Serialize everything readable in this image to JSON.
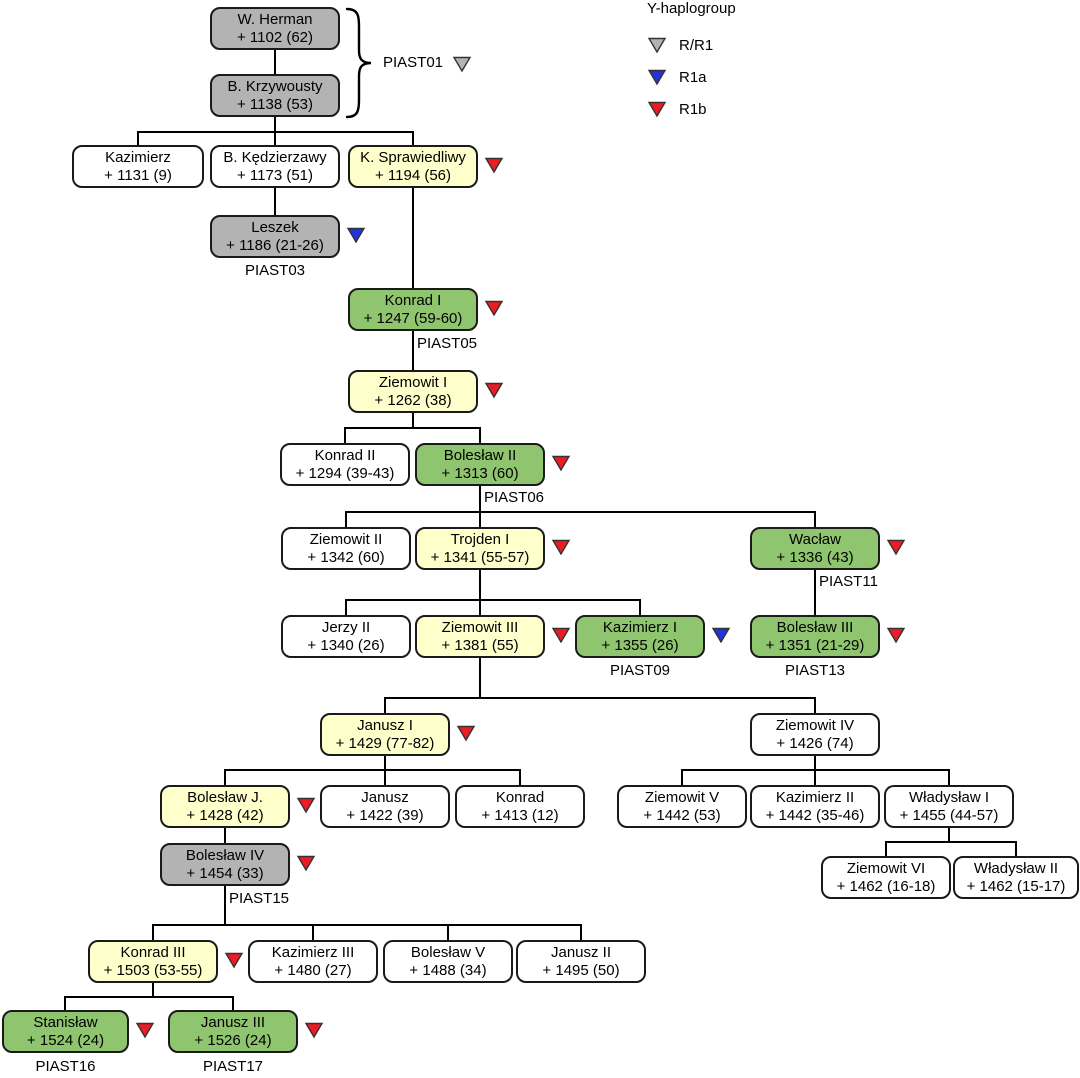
{
  "legend": {
    "title": "Y-haplogroup",
    "items": [
      {
        "label": "R/R1",
        "key": "rr1"
      },
      {
        "label": "R1a",
        "key": "r1a"
      },
      {
        "label": "R1b",
        "key": "r1b"
      }
    ]
  },
  "colors": {
    "gray": "#b3b3b3",
    "yellow": "#ffffcc",
    "green": "#90c56f",
    "white": "#ffffff",
    "rr1": "#b3b3b3",
    "r1a": "#2233dd",
    "r1b": "#ed1c24",
    "line": "#000000"
  },
  "brace_group": {
    "label": "PIAST01",
    "haplogroup": "R/R1",
    "members": [
      "W. Herman",
      "B. Krzywousty"
    ]
  },
  "nodes": [
    {
      "name": "W. Herman",
      "dates": "+ 1102 (62)",
      "fill": "gray",
      "haplogroup": null,
      "piast": null
    },
    {
      "name": "B. Krzywousty",
      "dates": "+ 1138 (53)",
      "fill": "gray",
      "haplogroup": null,
      "piast": null
    },
    {
      "name": "Kazimierz",
      "dates": "+ 1131 (9)",
      "fill": "white",
      "haplogroup": null,
      "piast": null
    },
    {
      "name": "B. Kędzierzawy",
      "dates": "+ 1173 (51)",
      "fill": "white",
      "haplogroup": null,
      "piast": null
    },
    {
      "name": "K. Sprawiedliwy",
      "dates": "+ 1194 (56)",
      "fill": "yellow",
      "haplogroup": "R1b",
      "piast": null
    },
    {
      "name": "Leszek",
      "dates": "+ 1186 (21-26)",
      "fill": "gray",
      "haplogroup": "R1a",
      "piast": "PIAST03"
    },
    {
      "name": "Konrad I",
      "dates": "+ 1247 (59-60)",
      "fill": "green",
      "haplogroup": "R1b",
      "piast": "PIAST05"
    },
    {
      "name": "Ziemowit I",
      "dates": "+ 1262 (38)",
      "fill": "yellow",
      "haplogroup": "R1b",
      "piast": null
    },
    {
      "name": "Konrad II",
      "dates": "+ 1294 (39-43)",
      "fill": "white",
      "haplogroup": null,
      "piast": null
    },
    {
      "name": "Bolesław II",
      "dates": "+ 1313 (60)",
      "fill": "green",
      "haplogroup": "R1b",
      "piast": "PIAST06"
    },
    {
      "name": "Ziemowit II",
      "dates": "+ 1342 (60)",
      "fill": "white",
      "haplogroup": null,
      "piast": null
    },
    {
      "name": "Trojden I",
      "dates": "+ 1341 (55-57)",
      "fill": "yellow",
      "haplogroup": "R1b",
      "piast": null
    },
    {
      "name": "Wacław",
      "dates": "+ 1336 (43)",
      "fill": "green",
      "haplogroup": "R1b",
      "piast": "PIAST11"
    },
    {
      "name": "Jerzy II",
      "dates": "+ 1340 (26)",
      "fill": "white",
      "haplogroup": null,
      "piast": null
    },
    {
      "name": "Ziemowit III",
      "dates": "+ 1381 (55)",
      "fill": "yellow",
      "haplogroup": "R1b",
      "piast": null
    },
    {
      "name": "Kazimierz I",
      "dates": "+ 1355 (26)",
      "fill": "green",
      "haplogroup": "R1a",
      "piast": "PIAST09"
    },
    {
      "name": "Bolesław III",
      "dates": "+ 1351 (21-29)",
      "fill": "green",
      "haplogroup": "R1b",
      "piast": "PIAST13"
    },
    {
      "name": "Janusz I",
      "dates": "+ 1429 (77-82)",
      "fill": "yellow",
      "haplogroup": "R1b",
      "piast": null
    },
    {
      "name": "Ziemowit IV",
      "dates": "+ 1426 (74)",
      "fill": "white",
      "haplogroup": null,
      "piast": null
    },
    {
      "name": "Bolesław J.",
      "dates": "+ 1428 (42)",
      "fill": "yellow",
      "haplogroup": "R1b",
      "piast": null
    },
    {
      "name": "Janusz",
      "dates": "+ 1422 (39)",
      "fill": "white",
      "haplogroup": null,
      "piast": null
    },
    {
      "name": "Konrad",
      "dates": "+ 1413 (12)",
      "fill": "white",
      "haplogroup": null,
      "piast": null
    },
    {
      "name": "Ziemowit V",
      "dates": "+ 1442 (53)",
      "fill": "white",
      "haplogroup": null,
      "piast": null
    },
    {
      "name": "Kazimierz II",
      "dates": "+ 1442 (35-46)",
      "fill": "white",
      "haplogroup": null,
      "piast": null
    },
    {
      "name": "Władysław I",
      "dates": "+ 1455 (44-57)",
      "fill": "white",
      "haplogroup": null,
      "piast": null
    },
    {
      "name": "Ziemowit VI",
      "dates": "+ 1462 (16-18)",
      "fill": "white",
      "haplogroup": null,
      "piast": null
    },
    {
      "name": "Władysław II",
      "dates": "+ 1462 (15-17)",
      "fill": "white",
      "haplogroup": null,
      "piast": null
    },
    {
      "name": "Bolesław IV",
      "dates": "+ 1454 (33)",
      "fill": "gray",
      "haplogroup": "R1b",
      "piast": "PIAST15"
    },
    {
      "name": "Konrad III",
      "dates": "+ 1503 (53-55)",
      "fill": "yellow",
      "haplogroup": "R1b",
      "piast": null
    },
    {
      "name": "Kazimierz III",
      "dates": "+ 1480 (27)",
      "fill": "white",
      "haplogroup": null,
      "piast": null
    },
    {
      "name": "Bolesław V",
      "dates": "+ 1488 (34)",
      "fill": "white",
      "haplogroup": null,
      "piast": null
    },
    {
      "name": "Janusz II",
      "dates": "+ 1495 (50)",
      "fill": "white",
      "haplogroup": null,
      "piast": null
    },
    {
      "name": "Stanisław",
      "dates": "+ 1524 (24)",
      "fill": "green",
      "haplogroup": "R1b",
      "piast": "PIAST16"
    },
    {
      "name": "Janusz III",
      "dates": "+ 1526 (24)",
      "fill": "green",
      "haplogroup": "R1b",
      "piast": "PIAST17"
    }
  ],
  "lineage": [
    {
      "parent": "W. Herman",
      "children": [
        "B. Krzywousty"
      ]
    },
    {
      "parent": "B. Krzywousty",
      "children": [
        "Kazimierz",
        "B. Kędzierzawy",
        "K. Sprawiedliwy"
      ]
    },
    {
      "parent": "B. Kędzierzawy",
      "children": [
        "Leszek"
      ]
    },
    {
      "parent": "K. Sprawiedliwy",
      "children": [
        "Konrad I"
      ]
    },
    {
      "parent": "Konrad I",
      "children": [
        "Ziemowit I"
      ]
    },
    {
      "parent": "Ziemowit I",
      "children": [
        "Konrad II",
        "Bolesław II"
      ]
    },
    {
      "parent": "Bolesław II",
      "children": [
        "Ziemowit II",
        "Trojden I",
        "Wacław"
      ]
    },
    {
      "parent": "Trojden I",
      "children": [
        "Jerzy II",
        "Ziemowit III",
        "Kazimierz I"
      ]
    },
    {
      "parent": "Wacław",
      "children": [
        "Bolesław III"
      ]
    },
    {
      "parent": "Ziemowit III",
      "children": [
        "Janusz I",
        "Ziemowit IV"
      ]
    },
    {
      "parent": "Janusz I",
      "children": [
        "Bolesław J.",
        "Janusz",
        "Konrad"
      ]
    },
    {
      "parent": "Ziemowit IV",
      "children": [
        "Ziemowit V",
        "Kazimierz II",
        "Władysław I"
      ]
    },
    {
      "parent": "Władysław I",
      "children": [
        "Ziemowit VI",
        "Władysław II"
      ]
    },
    {
      "parent": "Bolesław J.",
      "children": [
        "Bolesław IV"
      ]
    },
    {
      "parent": "Bolesław IV",
      "children": [
        "Konrad III",
        "Kazimierz III",
        "Bolesław V",
        "Janusz II"
      ]
    },
    {
      "parent": "Konrad III",
      "children": [
        "Stanisław",
        "Janusz III"
      ]
    }
  ]
}
